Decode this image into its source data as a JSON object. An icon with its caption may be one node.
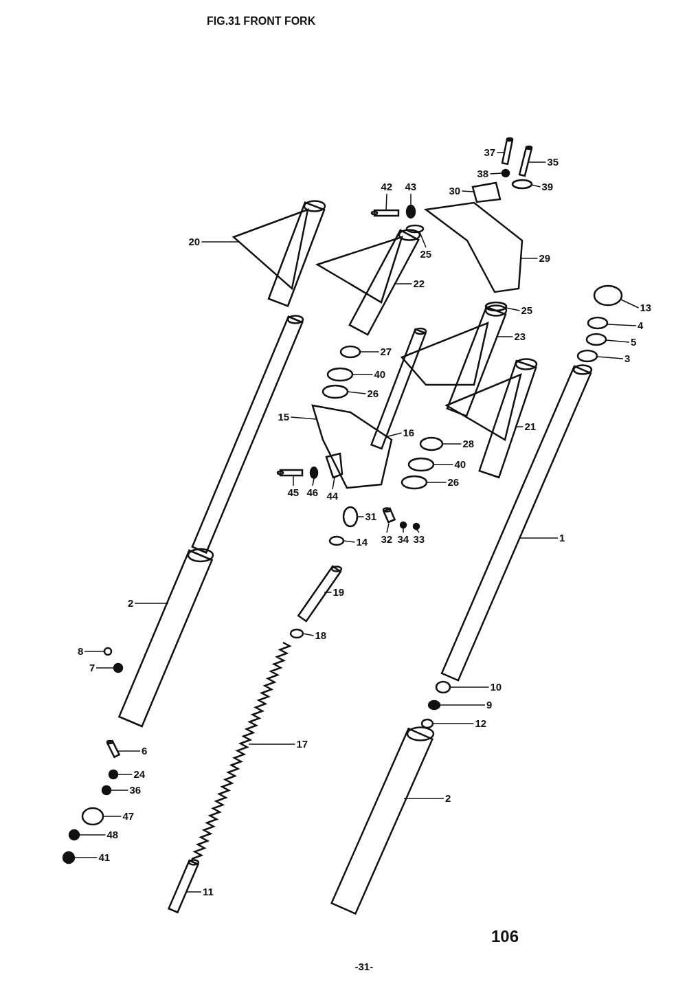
{
  "diagram": {
    "title": "FIG.31 FRONT FORK",
    "nodes": [
      {
        "text": [
          "20"
        ]
      },
      {
        "text": [
          "42"
        ]
      },
      {
        "text": [
          "43"
        ]
      },
      {
        "text": [
          "25"
        ]
      },
      {
        "text": [
          "37"
        ]
      },
      {
        "text": [
          "35"
        ]
      },
      {
        "text": [
          "38"
        ]
      },
      {
        "text": [
          "39"
        ]
      },
      {
        "text": [
          "30"
        ]
      },
      {
        "text": [
          "29"
        ]
      },
      {
        "text": [
          "22"
        ]
      },
      {
        "text": [
          "25"
        ]
      },
      {
        "text": [
          "13"
        ]
      },
      {
        "text": [
          "4"
        ]
      },
      {
        "text": [
          "5"
        ]
      },
      {
        "text": [
          "3"
        ]
      },
      {
        "text": [
          "23"
        ]
      },
      {
        "text": [
          "27"
        ]
      },
      {
        "text": [
          "40"
        ]
      },
      {
        "text": [
          "26"
        ]
      },
      {
        "text": [
          "15"
        ]
      },
      {
        "text": [
          "16"
        ]
      },
      {
        "text": [
          "21"
        ]
      },
      {
        "text": [
          "28"
        ]
      },
      {
        "text": [
          "40"
        ]
      },
      {
        "text": [
          "26"
        ]
      },
      {
        "text": [
          "45"
        ]
      },
      {
        "text": [
          "46"
        ]
      },
      {
        "text": [
          "44"
        ]
      },
      {
        "text": [
          "31"
        ]
      },
      {
        "text": [
          "32"
        ]
      },
      {
        "text": [
          "34"
        ]
      },
      {
        "text": [
          "33"
        ]
      },
      {
        "text": [
          "14"
        ]
      },
      {
        "text": [
          "1"
        ]
      },
      {
        "text": [
          "19"
        ]
      },
      {
        "text": [
          "2"
        ]
      },
      {
        "text": [
          "18"
        ]
      },
      {
        "text": [
          "8"
        ]
      },
      {
        "text": [
          "7"
        ]
      },
      {
        "text": [
          "10"
        ]
      },
      {
        "text": [
          "9"
        ]
      },
      {
        "text": [
          "12"
        ]
      },
      {
        "text": [
          "17"
        ]
      },
      {
        "text": [
          "6"
        ]
      },
      {
        "text": [
          "24"
        ]
      },
      {
        "text": [
          "36"
        ]
      },
      {
        "text": [
          "2"
        ]
      },
      {
        "text": [
          "47"
        ]
      },
      {
        "text": [
          "48"
        ]
      },
      {
        "text": [
          "41"
        ]
      },
      {
        "text": [
          "11"
        ]
      },
      {
        "text": [],
        "shape": "picture"
      },
      {
        "text": [],
        "shape": "box"
      },
      {
        "text": [],
        "shape": "circle"
      },
      {
        "text": [],
        "shape": "circle"
      },
      {
        "text": [],
        "shape": "box"
      },
      {
        "text": [],
        "shape": "box"
      },
      {
        "text": [],
        "shape": "circle"
      },
      {
        "text": [],
        "shape": "circle"
      },
      {
        "text": [],
        "shape": "box"
      },
      {
        "text": [],
        "shape": "box"
      },
      {
        "text": [],
        "shape": "picture"
      },
      {
        "text": [],
        "shape": "circle"
      },
      {
        "text": [],
        "shape": "circle"
      },
      {
        "text": [],
        "shape": "circle"
      },
      {
        "text": [],
        "shape": "circle"
      },
      {
        "text": [],
        "shape": "circle"
      },
      {
        "text": [],
        "shape": "picture"
      },
      {
        "text": [],
        "shape": "circle"
      },
      {
        "text": [],
        "shape": "circle"
      },
      {
        "text": [],
        "shape": "circle"
      },
      {
        "text": [],
        "shape": "box"
      },
      {
        "text": [],
        "shape": "box"
      },
      {
        "text": [],
        "shape": "picture"
      },
      {
        "text": [],
        "shape": "circle"
      },
      {
        "text": [],
        "shape": "circle"
      },
      {
        "text": [],
        "shape": "circle"
      },
      {
        "text": [],
        "shape": "box"
      },
      {
        "text": [],
        "shape": "circle"
      },
      {
        "text": [],
        "shape": "box"
      },
      {
        "text": [],
        "shape": "circle"
      },
      {
        "text": [],
        "shape": "box"
      },
      {
        "text": [],
        "shape": "circle"
      },
      {
        "text": [],
        "shape": "circle"
      },
      {
        "text": [],
        "shape": "circle"
      },
      {
        "text": [],
        "shape": "box"
      },
      {
        "text": [],
        "shape": "box"
      },
      {
        "text": [],
        "shape": "box"
      },
      {
        "text": [],
        "shape": "circle"
      },
      {
        "text": [],
        "shape": "circle"
      },
      {
        "text": [],
        "shape": "circle"
      },
      {
        "text": [],
        "shape": "circle"
      },
      {
        "text": [],
        "shape": "circle"
      },
      {
        "text": [],
        "shape": "circle"
      },
      {
        "text": [],
        "shape": "picture"
      },
      {
        "text": [],
        "shape": "box"
      },
      {
        "text": [],
        "shape": "circle"
      },
      {
        "text": [],
        "shape": "circle"
      },
      {
        "text": [],
        "shape": "box"
      },
      {
        "text": [],
        "shape": "circle"
      },
      {
        "text": [],
        "shape": "circle"
      },
      {
        "text": [],
        "shape": "circle"
      },
      {
        "text": [],
        "shape": "box"
      }
    ],
    "edges": [
      {
        "from": 0,
        "to": 52,
        "arrow": "none"
      },
      {
        "from": 1,
        "to": 53,
        "arrow": "none"
      },
      {
        "from": 2,
        "to": 54,
        "arrow": "none"
      },
      {
        "from": 3,
        "to": 55,
        "arrow": "none"
      },
      {
        "from": 4,
        "to": 56,
        "arrow": "none"
      },
      {
        "from": 5,
        "to": 57,
        "arrow": "none"
      },
      {
        "from": 6,
        "to": 58,
        "arrow": "none"
      },
      {
        "from": 7,
        "to": 59,
        "arrow": "none"
      },
      {
        "from": 8,
        "to": 60,
        "arrow": "none"
      },
      {
        "from": 9,
        "to": 61,
        "arrow": "none"
      },
      {
        "from": 10,
        "to": 62,
        "arrow": "none"
      },
      {
        "from": 11,
        "to": 63,
        "arrow": "none"
      },
      {
        "from": 12,
        "to": 64,
        "arrow": "none"
      },
      {
        "from": 13,
        "to": 65,
        "arrow": "none"
      },
      {
        "from": 14,
        "to": 66,
        "arrow": "none"
      },
      {
        "from": 15,
        "to": 67,
        "arrow": "none"
      },
      {
        "from": 16,
        "to": 68,
        "arrow": "none"
      },
      {
        "from": 17,
        "to": 69,
        "arrow": "none"
      },
      {
        "from": 18,
        "to": 70,
        "arrow": "none"
      },
      {
        "from": 19,
        "to": 71,
        "arrow": "none"
      },
      {
        "from": 20,
        "to": 72,
        "arrow": "none"
      },
      {
        "from": 21,
        "to": 73,
        "arrow": "none"
      },
      {
        "from": 22,
        "to": 74,
        "arrow": "none"
      },
      {
        "from": 23,
        "to": 75,
        "arrow": "none"
      },
      {
        "from": 24,
        "to": 76,
        "arrow": "none"
      },
      {
        "from": 25,
        "to": 77,
        "arrow": "none"
      },
      {
        "from": 26,
        "to": 78,
        "arrow": "none"
      },
      {
        "from": 27,
        "to": 79,
        "arrow": "none"
      },
      {
        "from": 28,
        "to": 80,
        "arrow": "none"
      },
      {
        "from": 29,
        "to": 81,
        "arrow": "none"
      },
      {
        "from": 30,
        "to": 82,
        "arrow": "none"
      },
      {
        "from": 31,
        "to": 83,
        "arrow": "none"
      },
      {
        "from": 32,
        "to": 84,
        "arrow": "none"
      },
      {
        "from": 33,
        "to": 85,
        "arrow": "none"
      },
      {
        "from": 34,
        "to": 86,
        "arrow": "none"
      },
      {
        "from": 35,
        "to": 87,
        "arrow": "none"
      },
      {
        "from": 36,
        "to": 88,
        "arrow": "none"
      },
      {
        "from": 37,
        "to": 89,
        "arrow": "none"
      },
      {
        "from": 38,
        "to": 90,
        "arrow": "none"
      },
      {
        "from": 39,
        "to": 91,
        "arrow": "none"
      },
      {
        "from": 40,
        "to": 92,
        "arrow": "none"
      },
      {
        "from": 41,
        "to": 93,
        "arrow": "none"
      },
      {
        "from": 42,
        "to": 94,
        "arrow": "none"
      },
      {
        "from": 43,
        "to": 95,
        "arrow": "none"
      },
      {
        "from": 44,
        "to": 96,
        "arrow": "none"
      },
      {
        "from": 45,
        "to": 97,
        "arrow": "none"
      },
      {
        "from": 46,
        "to": 98,
        "arrow": "none"
      },
      {
        "from": 47,
        "to": 99,
        "arrow": "none"
      },
      {
        "from": 48,
        "to": 100,
        "arrow": "none"
      },
      {
        "from": 49,
        "to": 101,
        "arrow": "none"
      },
      {
        "from": 50,
        "to": 102,
        "arrow": "none"
      },
      {
        "from": 51,
        "to": 103,
        "arrow": "none"
      }
    ],
    "labels": [
      "106",
      "-31-"
    ]
  }
}
